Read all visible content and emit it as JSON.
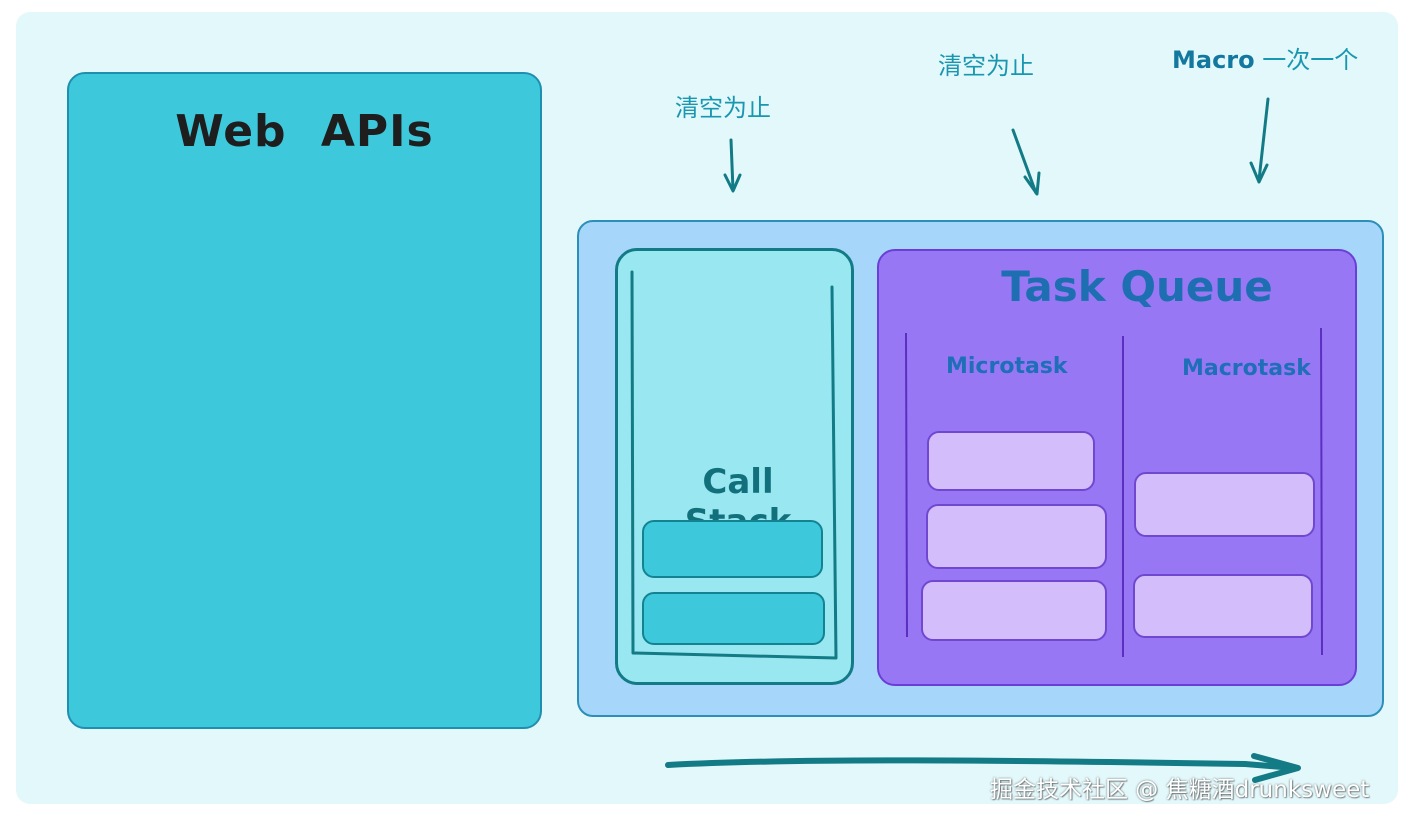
{
  "web_apis": {
    "title": "Web APIs"
  },
  "call_stack": {
    "title": "Call Stack"
  },
  "task_queue": {
    "title": "Task Queue",
    "microtask_label": "Microtask",
    "macrotask_label": "Macrotask"
  },
  "annotations": {
    "call_stack_note": "清空为止",
    "microtask_note": "清空为止",
    "macro_note_bold": "Macro",
    "macro_note_text": " 一次一个"
  },
  "watermark": "掘金技术社区 @ 焦糖酒drunksweet",
  "colors": {
    "web_apis_fill": "#3ec8dc",
    "event_loop_fill": "#a6d6fa",
    "call_stack_fill": "#99e7f0",
    "task_queue_fill": "#9877f5",
    "arrow": "#127b85"
  }
}
